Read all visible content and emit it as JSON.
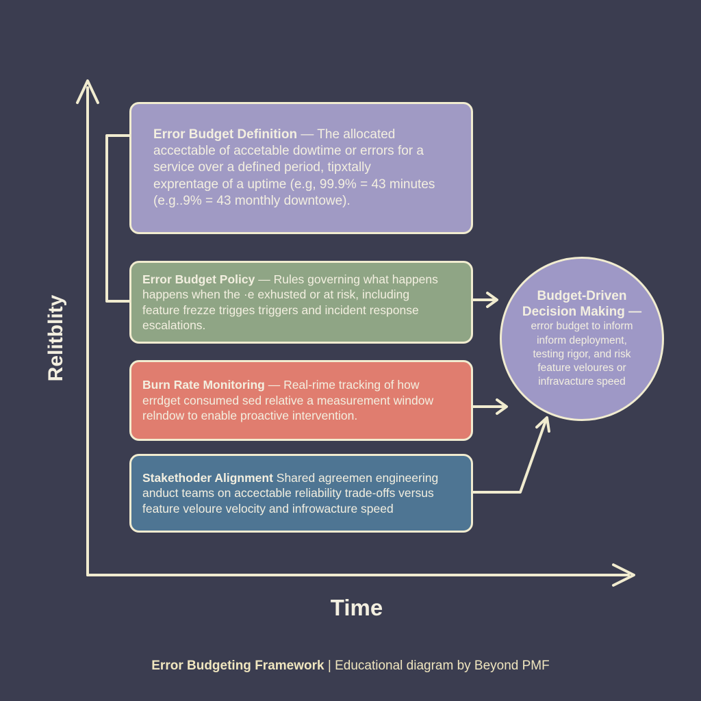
{
  "axes": {
    "y_label": "Relitblity",
    "x_label": "Time"
  },
  "boxes": {
    "definition": {
      "title": "Error Budget Definition",
      "lines": [
        " — The allocated",
        "accectable of accetable dowtime or errors for a",
        "service over a defined period, tipxtally",
        "exprentage of a uptime (e.g, 99.9% = 43 minutes",
        "(e.g..9% = 43 monthly downtowe)."
      ]
    },
    "policy": {
      "title": "Error Budget Policy",
      "lines": [
        " — Rules governing what happens",
        "happens when the ·e exhusted or at risk, including",
        "feature frezze trigges triggers and incident response",
        "escalations."
      ]
    },
    "burn": {
      "title": "Burn Rate Monitoring",
      "lines": [
        " — Real-rime tracking of how",
        "errdget consumed sed relative a measurement window",
        "relndow to enable proactive intervention."
      ]
    },
    "stakeholder": {
      "title": "Stakethoder Alignment",
      "lines": [
        " Shared agreemen engineering",
        "anduct teams on accectable reliability trade-offs versus",
        "feature veloure velocity and infrowacture speed"
      ]
    }
  },
  "decision": {
    "title_lines": [
      "Budget-Driven",
      "Decision Making —"
    ],
    "lines": [
      "error budget to inform",
      "inform deployment,",
      "testing rigor, and risk",
      "feature veloures or",
      "infravacture speed"
    ]
  },
  "caption": {
    "bold": "Error Budgeting Framework",
    "separator": " | ",
    "rest": "Educational diagram by Beyond PMF"
  },
  "colors": {
    "background": "#3b3d50",
    "stroke": "#f1ecd0",
    "definition": "#a09ac4",
    "policy": "#8fa585",
    "burn": "#e07d6f",
    "stakeholder": "#4e7593",
    "decision": "#9e98c6"
  }
}
